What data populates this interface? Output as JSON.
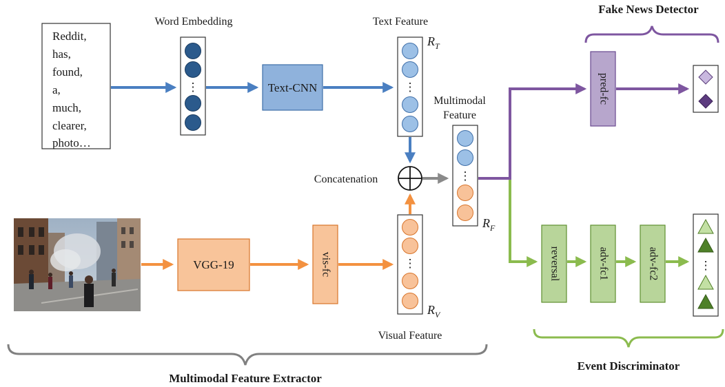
{
  "input_text": [
    "Reddit,",
    "has,",
    "found,",
    "a,",
    "much,",
    "clearer,",
    "photo…"
  ],
  "labels": {
    "word_embedding": "Word Embedding",
    "text_feature": "Text Feature",
    "multimodal_feature_line1": "Multimodal",
    "multimodal_feature_line2": "Feature",
    "concatenation": "Concatenation",
    "visual_feature": "Visual Feature",
    "r_t": "R",
    "r_t_sub": "T",
    "r_f": "R",
    "r_f_sub": "F",
    "r_v": "R",
    "r_v_sub": "V",
    "vdots": "⋮"
  },
  "modules": {
    "text_cnn": "Text-CNN",
    "vgg": "VGG-19",
    "vis_fc": "vis-fc",
    "pred_fc": "pred-fc",
    "reversal": "reversal",
    "adv_fc1": "adv-fc1",
    "adv_fc2": "adv-fc2"
  },
  "groups": {
    "fake_news_detector": "Fake News Detector",
    "event_discriminator": "Event Discriminator",
    "feature_extractor": "Multimodal Feature Extractor"
  },
  "colors": {
    "text_path": "#4a7fc1",
    "visual_path": "#f39140",
    "detector_path": "#7e56a0",
    "discriminator_path": "#8bbb4e",
    "concat_path": "#8a8a8a",
    "embedding_dark": "#2b5a8c",
    "text_feature_light": "#9cc0e6",
    "visual_feature_light": "#f8c299",
    "text_cnn_fill": "#8fb2dc",
    "vgg_fill": "#f8c49a",
    "pred_fill": "#b7a6cc",
    "green_fill": "#b8d59a",
    "brace_gray": "#808080"
  }
}
